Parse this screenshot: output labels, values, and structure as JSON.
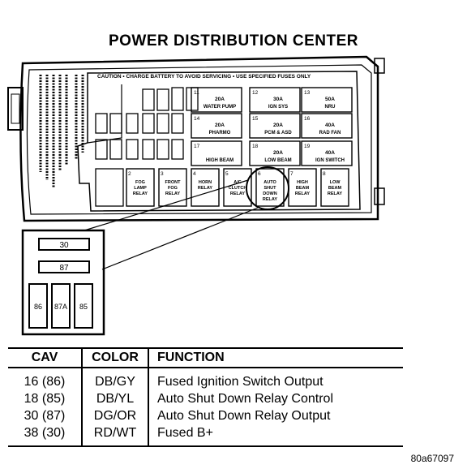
{
  "title": "POWER DISTRIBUTION CENTER",
  "warning_text": "CAUTION • CHARGE BATTERY TO AVOID SERVICING • USE SPECIFIED FUSES ONLY",
  "fuses": [
    {
      "cav": "11",
      "amp": "20A",
      "name": "WATER PUMP"
    },
    {
      "cav": "12",
      "amp": "30A",
      "name": "IGN SYS"
    },
    {
      "cav": "13",
      "amp": "50A",
      "name": "NRU"
    },
    {
      "cav": "14",
      "amp": "20A",
      "name": "PHARMO"
    },
    {
      "cav": "15",
      "amp": "20A",
      "name": "PCM & ASD"
    },
    {
      "cav": "16",
      "amp": "40A",
      "name": "RAD FAN"
    },
    {
      "cav": "17",
      "amp": "",
      "name": "HIGH BEAM"
    },
    {
      "cav": "18",
      "amp": "20A",
      "name": "LOW BEAM"
    },
    {
      "cav": "19",
      "amp": "40A",
      "name": "IGN SWITCH"
    }
  ],
  "relays": [
    {
      "cav": "2",
      "name": "FOG LAMP RELAY"
    },
    {
      "cav": "3",
      "name": "FRONT FOG RELAY"
    },
    {
      "cav": "4",
      "name": "HORN RELAY"
    },
    {
      "cav": "5",
      "name": "A/C CLUTCH RELAY"
    },
    {
      "cav": "6",
      "name": "AUTO SHUT DOWN RELAY"
    },
    {
      "cav": "7",
      "name": "HIGH BEAM RELAY"
    },
    {
      "cav": "8",
      "name": "LOW BEAM RELAY"
    }
  ],
  "terminal_labels": {
    "top": "30",
    "mid": "87",
    "left": "86",
    "center": "87A",
    "right": "85"
  },
  "table": {
    "headers": [
      "CAV",
      "COLOR",
      "FUNCTION"
    ],
    "rows": [
      {
        "cav": "16 (86)",
        "color": "DB/GY",
        "function": "Fused Ignition Switch Output"
      },
      {
        "cav": "18 (85)",
        "color": "DB/YL",
        "function": "Auto Shut Down Relay Control"
      },
      {
        "cav": "30 (87)",
        "color": "DG/OR",
        "function": "Auto Shut Down Relay Output"
      },
      {
        "cav": "38 (30)",
        "color": "RD/WT",
        "function": "Fused B+"
      }
    ]
  },
  "figure_id": "80a67097"
}
